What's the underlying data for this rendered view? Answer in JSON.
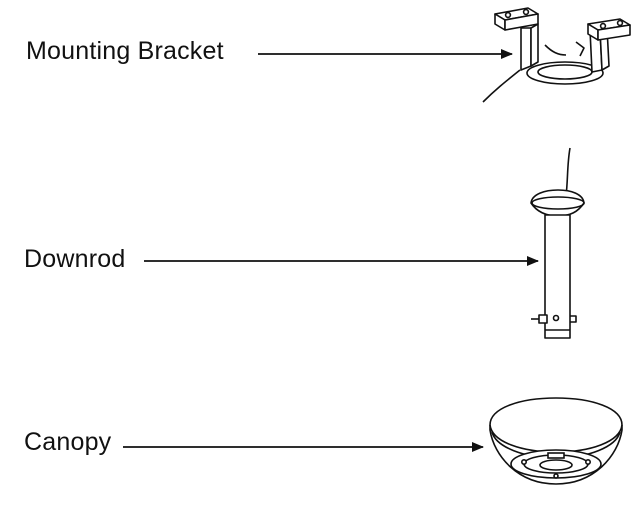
{
  "parts": [
    {
      "id": "mounting-bracket",
      "label": "Mounting Bracket"
    },
    {
      "id": "downrod",
      "label": "Downrod"
    },
    {
      "id": "canopy",
      "label": "Canopy"
    }
  ],
  "colors": {
    "ink": "#111111",
    "background": "#ffffff"
  },
  "icons": [
    "mounting-bracket-icon",
    "downrod-icon",
    "canopy-icon"
  ]
}
